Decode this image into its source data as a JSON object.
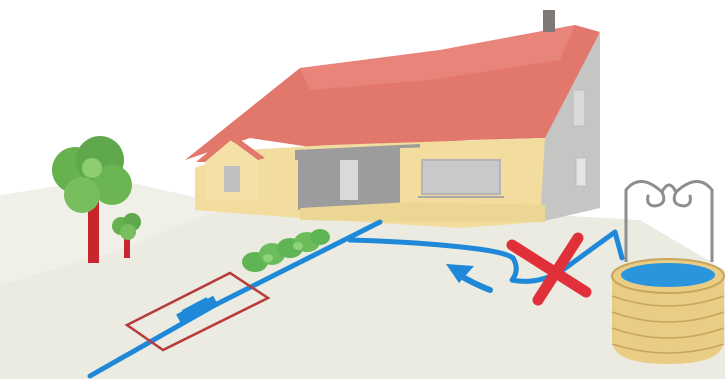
{
  "illustration": {
    "elements": [
      "house",
      "trees",
      "hedge",
      "water-meter-box",
      "mains-water-pipe",
      "well",
      "well-pipe",
      "cross-mark",
      "flow-arrow"
    ],
    "colors": {
      "roof": "#e2756b",
      "wall": "#f0dca0",
      "wall_shadow": "#a3a3a3",
      "ground": "#eaeadf",
      "pipe": "#1f88d8",
      "cross": "#e0313b",
      "meter_box": "#b83a3c",
      "tree_green": "#5fa84d",
      "tree_trunk": "#c8262c",
      "hedge": "#5fb553",
      "well_stone": "#e9cd85",
      "well_water": "#2a95dd",
      "well_frame": "#8e8e8e"
    }
  }
}
